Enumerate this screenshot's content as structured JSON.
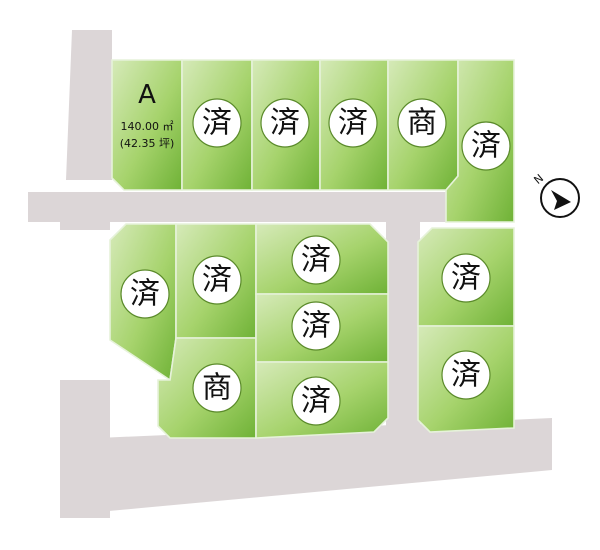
{
  "lot_a": {
    "name": "A",
    "area": "140.00 ㎡",
    "area_tsubo": "(42.35 坪)"
  },
  "status_labels": {
    "sold": "済",
    "commercial": "商"
  },
  "lots": [
    {
      "id": "b",
      "status": "済"
    },
    {
      "id": "c",
      "status": "済"
    },
    {
      "id": "d",
      "status": "済"
    },
    {
      "id": "e",
      "status": "商"
    },
    {
      "id": "f",
      "status": "済"
    },
    {
      "id": "g",
      "status": "済"
    },
    {
      "id": "h",
      "status": "済"
    },
    {
      "id": "i",
      "status": "商"
    },
    {
      "id": "j",
      "status": "済"
    },
    {
      "id": "k",
      "status": "済"
    },
    {
      "id": "l",
      "status": "済"
    },
    {
      "id": "m",
      "status": "済"
    },
    {
      "id": "n",
      "status": "済"
    }
  ],
  "compass": {
    "north_label": "N"
  },
  "colors": {
    "road": "#dcd6d7",
    "lot_light": "#d3e8b6",
    "lot_dark": "#7ab83e",
    "badge_border": "#5a8a2a"
  }
}
